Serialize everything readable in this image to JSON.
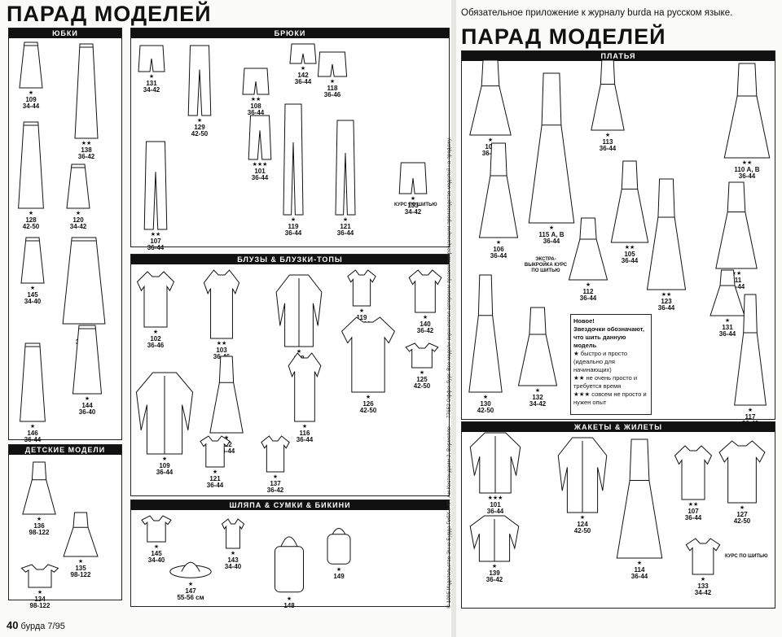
{
  "left_page": {
    "title": "ПАРАД МОДЕЛЕЙ",
    "footer": {
      "page_number": "40",
      "magazine": "бурда 7/95"
    },
    "sections": {
      "skirts": {
        "label": "ЮБКИ",
        "items": [
          {
            "num": "109",
            "stars": "★",
            "size": "34-44"
          },
          {
            "num": "138",
            "stars": "★★",
            "size": "36-42"
          },
          {
            "num": "128",
            "stars": "★",
            "size": "42-50"
          },
          {
            "num": "120",
            "stars": "★",
            "size": "34-42"
          },
          {
            "num": "145",
            "stars": "★",
            "size": "34-40"
          },
          {
            "num": "122",
            "stars": "★",
            "size": "36-44"
          },
          {
            "num": "144",
            "stars": "★",
            "size": "36-40"
          },
          {
            "num": "146",
            "stars": "★",
            "size": "36-44"
          }
        ]
      },
      "kids": {
        "label": "ДЕТСКИЕ МОДЕЛИ",
        "items": [
          {
            "num": "136",
            "stars": "★",
            "size": "98-122"
          },
          {
            "num": "135",
            "stars": "★",
            "size": "98-122"
          },
          {
            "num": "134",
            "stars": "★",
            "size": "98-122"
          }
        ]
      },
      "trousers": {
        "label": "БРЮКИ",
        "items": [
          {
            "num": "131",
            "stars": "★",
            "size": "34-42"
          },
          {
            "num": "129",
            "stars": "★",
            "size": "42-50"
          },
          {
            "num": "142",
            "stars": "★",
            "size": "36-44"
          },
          {
            "num": "108",
            "stars": "★★",
            "size": "36-44"
          },
          {
            "num": "118",
            "stars": "★",
            "size": "36-46"
          },
          {
            "num": "107",
            "stars": "★★",
            "size": "36-44"
          },
          {
            "num": "101",
            "stars": "★★★",
            "size": "36-44"
          },
          {
            "num": "119",
            "stars": "★",
            "size": "36-44"
          },
          {
            "num": "121",
            "stars": "★",
            "size": "36-44"
          },
          {
            "num": "133",
            "stars": "★",
            "size": "34-42"
          }
        ],
        "course_label": "КУРС ПО ШИТЬЮ"
      },
      "blouses": {
        "label": "БЛУЗЫ & БЛУЗКИ-ТОПЫ",
        "items": [
          {
            "num": "102",
            "stars": "★",
            "size": "36-46"
          },
          {
            "num": "103",
            "stars": "★★",
            "size": "36-46"
          },
          {
            "num": "118",
            "stars": "★",
            "size": "36-46"
          },
          {
            "num": "119",
            "stars": "★",
            "size": "36-44"
          },
          {
            "num": "140",
            "stars": "★",
            "size": "36-42"
          },
          {
            "num": "125",
            "stars": "★",
            "size": "42-50"
          },
          {
            "num": "126",
            "stars": "★",
            "size": "42-50"
          },
          {
            "num": "109",
            "stars": "★",
            "size": "36-44"
          },
          {
            "num": "122",
            "stars": "★",
            "size": "36-44"
          },
          {
            "num": "116",
            "stars": "★",
            "size": "36-44"
          },
          {
            "num": "121",
            "stars": "★",
            "size": "36-44"
          },
          {
            "num": "137",
            "stars": "★",
            "size": "36-42"
          }
        ]
      },
      "hats": {
        "label": "ШЛЯПА & СУМКИ & БИКИНИ",
        "items": [
          {
            "num": "145",
            "stars": "★",
            "size": "34-40"
          },
          {
            "num": "143",
            "stars": "★",
            "size": "34-40"
          },
          {
            "num": "147",
            "stars": "★",
            "size": "55-56 см"
          },
          {
            "num": "149",
            "stars": "★",
            "size": ""
          },
          {
            "num": "148",
            "stars": "★",
            "size": ""
          }
        ]
      }
    }
  },
  "right_page": {
    "subtitle": "Обязательное приложение к журналу burda на русском языке.",
    "title": "ПАРАД МОДЕЛЕЙ",
    "vertical_text": "© 1995 Издательство Энне Бурда ГмбХ и К°, Ам Кестендамм 2, Вермелле — 77652 Оффенбург. Все модели охраняются авторским правом, запрещающим производство моделей на продажу.",
    "sections": {
      "dresses": {
        "label": "ПЛАТЬЯ",
        "items": [
          {
            "num": "104",
            "stars": "★",
            "size": "36-44"
          },
          {
            "num": "115 А, В",
            "stars": "★",
            "size": "36-44"
          },
          {
            "num": "113",
            "stars": "★",
            "size": "36-44"
          },
          {
            "num": "110 А, В",
            "stars": "★★",
            "size": "36-44"
          },
          {
            "num": "106",
            "stars": "★",
            "size": "36-44"
          },
          {
            "num": "112",
            "stars": "★",
            "size": "36-44"
          },
          {
            "num": "105",
            "stars": "★★",
            "size": "36-44"
          },
          {
            "num": "123",
            "stars": "★★",
            "size": "36-44"
          },
          {
            "num": "111",
            "stars": "★★",
            "size": "36-44"
          },
          {
            "num": "131",
            "stars": "★",
            "size": "36-44"
          },
          {
            "num": "130",
            "stars": "★",
            "size": "42-50"
          },
          {
            "num": "132",
            "stars": "★",
            "size": "34-42"
          },
          {
            "num": "117",
            "stars": "★",
            "size": "36-42"
          }
        ],
        "extra_label": "ЭКСТРА-ВЫКРОЙКА КУРС ПО ШИТЬЮ"
      },
      "jackets": {
        "label": "ЖАКЕТЫ & ЖИЛЕТЫ",
        "items": [
          {
            "num": "101",
            "stars": "★★★",
            "size": "36-44"
          },
          {
            "num": "124",
            "stars": "★",
            "size": "42-50"
          },
          {
            "num": "114",
            "stars": "★",
            "size": "36-44"
          },
          {
            "num": "107",
            "stars": "★★",
            "size": "36-44"
          },
          {
            "num": "127",
            "stars": "★",
            "size": "42-50"
          },
          {
            "num": "139",
            "stars": "★",
            "size": "36-42"
          },
          {
            "num": "133",
            "stars": "★",
            "size": "34-42"
          }
        ],
        "course_label": "КУРС ПО ШИТЬЮ"
      }
    },
    "note": {
      "heading": "Новое!",
      "text": "Звездочки обозначают, что шить данную модель",
      "one_star": "★ быстро и просто (идеально для начинающих)",
      "two_star": "★★ не очень просто и требуется время",
      "three_star": "★★★ совсем не просто и нужен опыт"
    }
  }
}
